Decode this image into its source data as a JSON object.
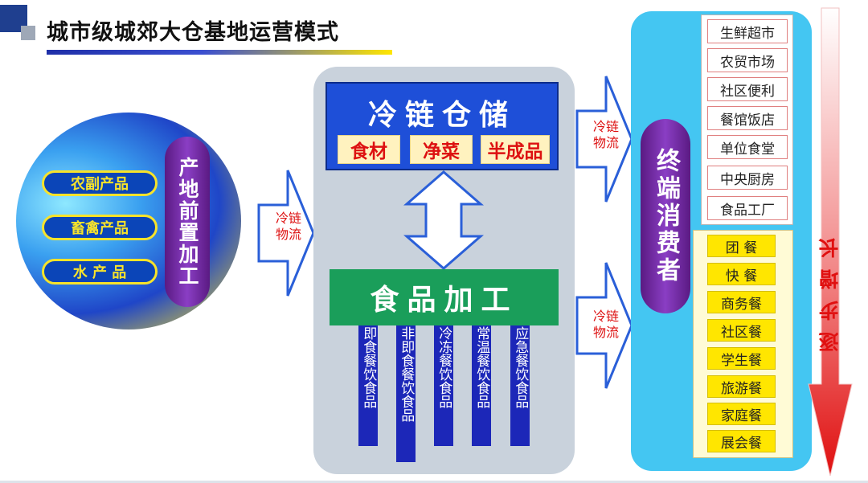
{
  "title": "城市级城郊大仓基地运营模式",
  "origin": {
    "products": [
      "农副产品",
      "畜禽产品",
      "水 产 品"
    ],
    "processing_label": "产地前置加工"
  },
  "arrows": {
    "cold_chain_label": "冷链\n物流"
  },
  "storage": {
    "title": "冷链仓储",
    "items": [
      "食材",
      "净菜",
      "半成品"
    ]
  },
  "processing": {
    "title": "食品加工",
    "types": [
      "即食餐饮食品",
      "非即食餐饮食品",
      "冷冻餐饮食品",
      "常温餐饮食品",
      "应急餐饮食品"
    ]
  },
  "terminal": {
    "label": "终端消费者",
    "outlets": [
      "生鲜超市",
      "农贸市场",
      "社区便利",
      "餐馆饭店",
      "单位食堂",
      "中央厨房",
      "食品工厂"
    ],
    "meals": [
      "团 餐",
      "快 餐",
      "商务餐",
      "社区餐",
      "学生餐",
      "旅游餐",
      "家庭餐",
      "展会餐"
    ]
  },
  "growth_label": "逐步增长",
  "colors": {
    "title_bar_start": "#1f2fa8",
    "title_bar_end": "#ffe600",
    "storage_box": "#1e4fd8",
    "processing_box": "#1a9e5a",
    "terminal_panel": "#44c6f2",
    "capsule": "#6a2a9a",
    "arrow_fill": "#ffffff",
    "arrow_stroke": "#2a5fd8",
    "arrow_text": "#dd1111",
    "growth_arrow": "#e01010"
  }
}
